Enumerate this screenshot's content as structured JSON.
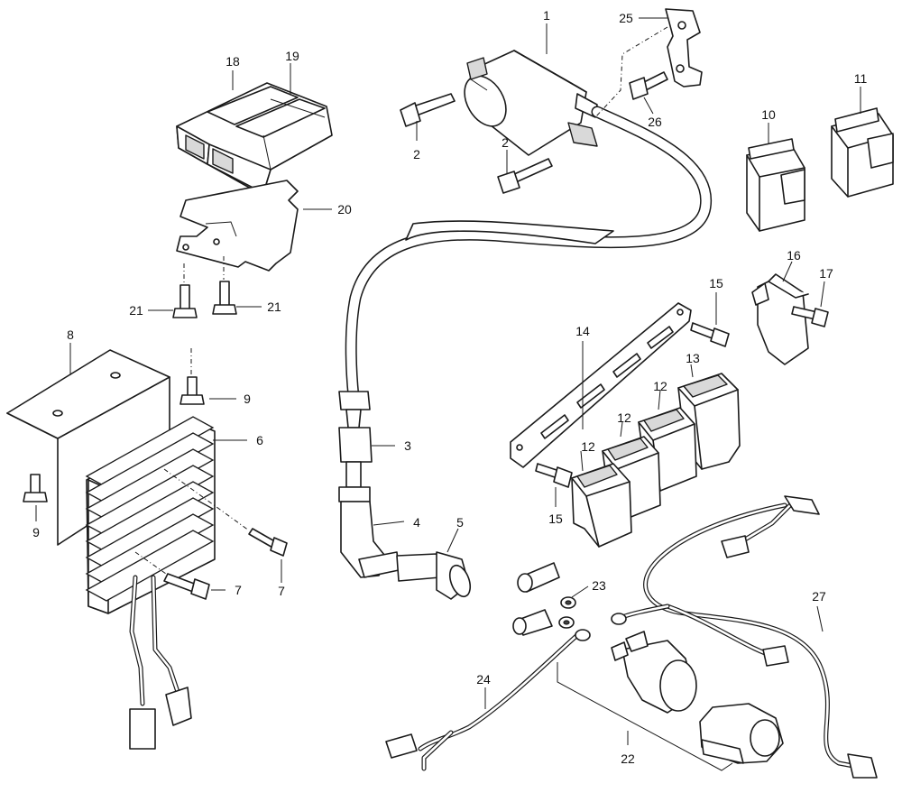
{
  "diagram": {
    "callouts": {
      "c1": "1",
      "c2a": "2",
      "c2b": "2",
      "c3": "3",
      "c4": "4",
      "c5": "5",
      "c6": "6",
      "c7a": "7",
      "c7b": "7",
      "c8": "8",
      "c9a": "9",
      "c9b": "9",
      "c10": "10",
      "c11": "11",
      "c12a": "12",
      "c12b": "12",
      "c12c": "12",
      "c13": "13",
      "c14": "14",
      "c15a": "15",
      "c15b": "15",
      "c16": "16",
      "c17": "17",
      "c18": "18",
      "c19": "19",
      "c20": "20",
      "c21a": "21",
      "c21b": "21",
      "c22": "22",
      "c23": "23",
      "c24": "24",
      "c25": "25",
      "c26": "26",
      "c27": "27"
    }
  }
}
